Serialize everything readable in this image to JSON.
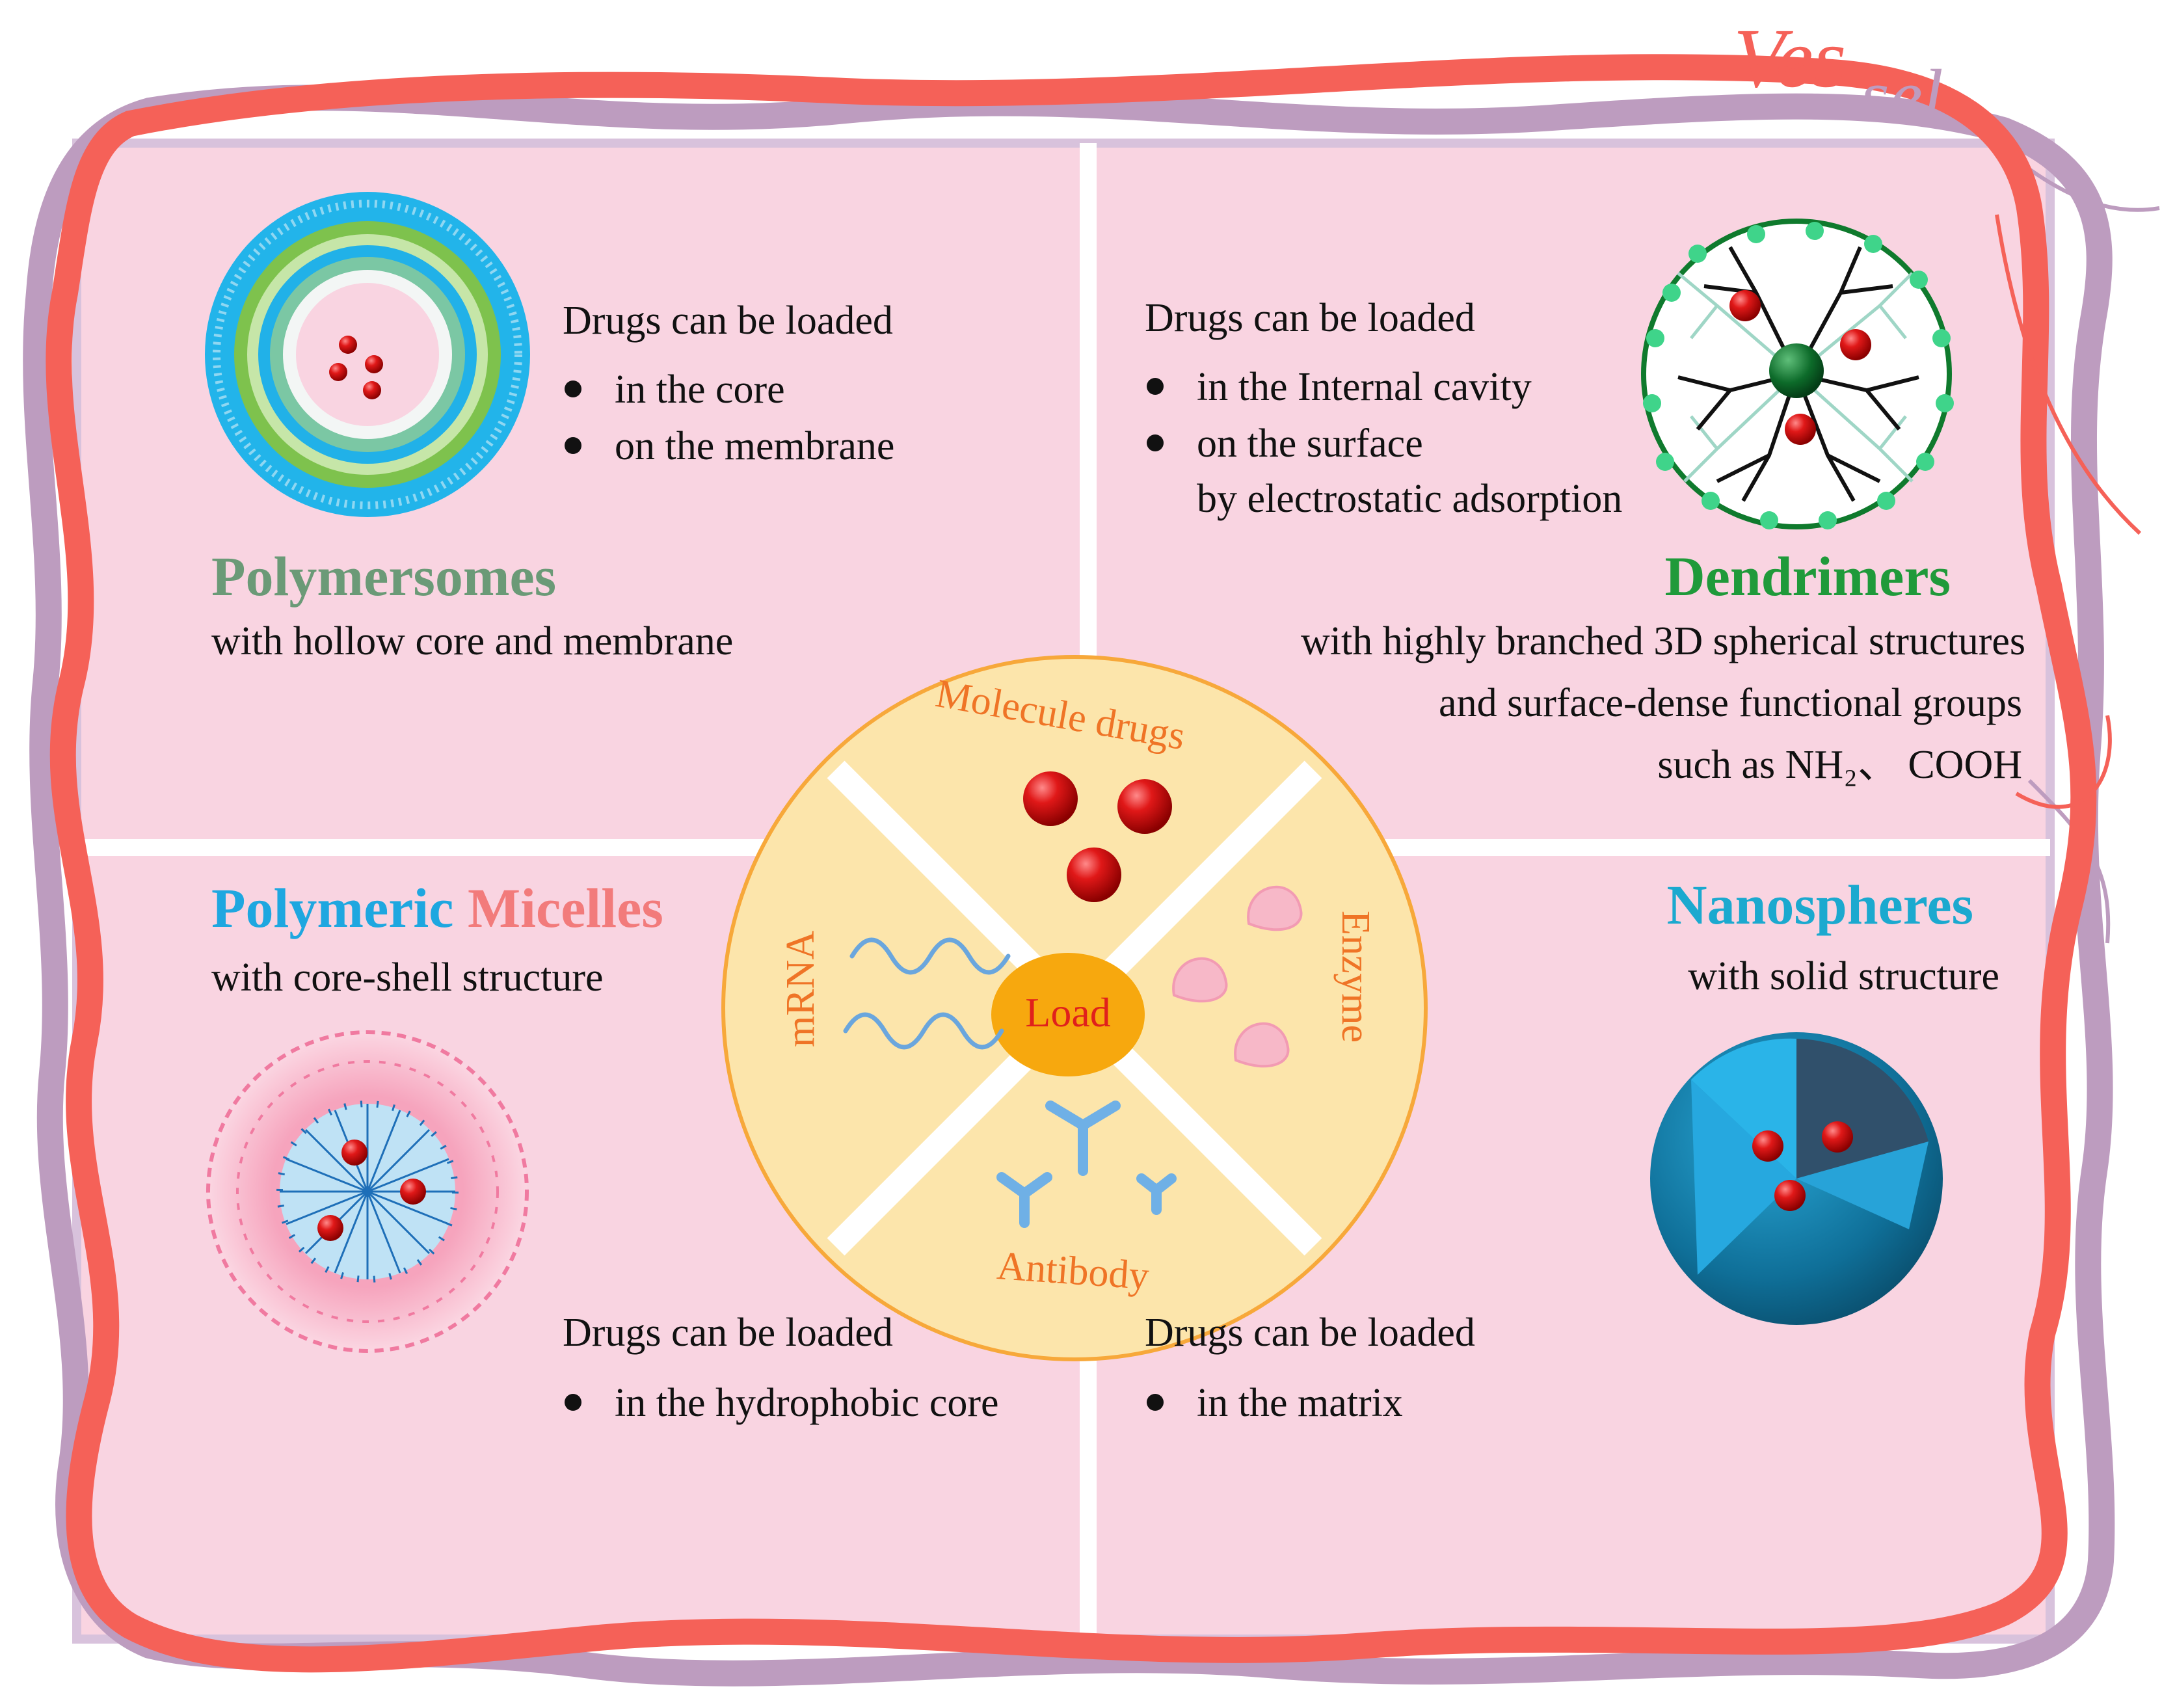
{
  "corner_brand": {
    "part1": "Ves",
    "part2": "sel"
  },
  "center": {
    "core_label": "Load",
    "segments": [
      "Molecule drugs",
      "Enzyme",
      "Antibody",
      "mRNA"
    ]
  },
  "polymersomes": {
    "title": "Polymersomes",
    "subtitle": "with hollow core and membrane",
    "load_heading": "Drugs can be loaded",
    "load_items": [
      "in the core",
      "on the membrane"
    ]
  },
  "dendrimers": {
    "title": "Dendrimers",
    "desc_lines": [
      "with highly branched 3D spherical structures",
      "and surface-dense functional groups",
      "such as NH₂、 COOH"
    ],
    "load_heading": "Drugs can be loaded",
    "load_items": [
      "in the Internal cavity",
      "on the surface"
    ],
    "load_item_continuation": "by electrostatic adsorption"
  },
  "micelles": {
    "title_part1": "Polymeric",
    "title_part2": "Micelles",
    "subtitle": "with core-shell structure",
    "load_heading": "Drugs can be loaded",
    "load_items": [
      "in the hydrophobic core"
    ]
  },
  "nanospheres": {
    "title": "Nanospheres",
    "subtitle": "with solid structure",
    "load_heading": "Drugs can be loaded",
    "load_items": [
      "in the matrix"
    ]
  },
  "colors": {
    "panel": "#f9d4e1",
    "frame": "#d8c2dc",
    "vessel_red": "#f56158",
    "vessel_purple": "#bd9cbf",
    "center_fill": "#fce5ab",
    "center_ring": "#f7a83a",
    "load_core": "#f7a80e",
    "polymersomes_title": "#6b9a77",
    "dendrimers_title": "#1f9a3a",
    "micelles_title_1": "#1ea7e0",
    "micelles_title_2": "#f27b7b",
    "nanospheres_title": "#1ba9cf"
  }
}
